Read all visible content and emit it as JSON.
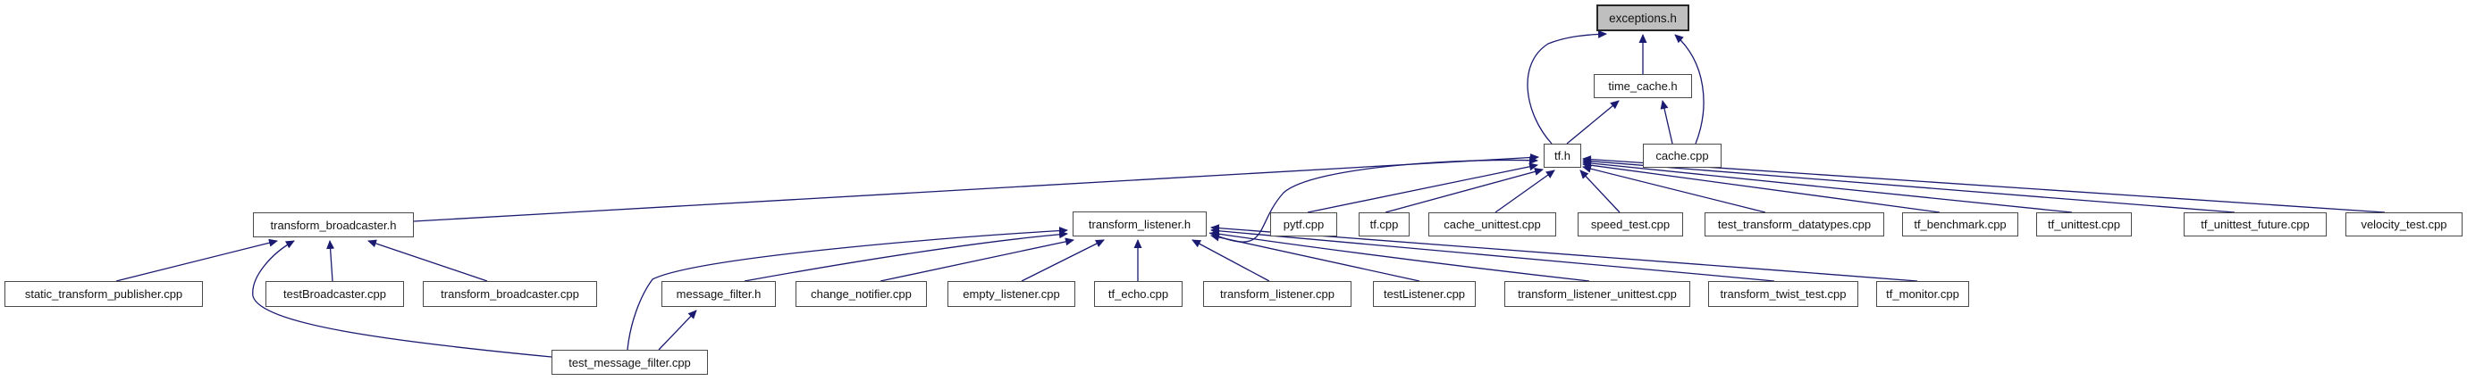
{
  "graph": {
    "kind": "doxygen-included-by-dependency-graph",
    "root": "exceptions.h",
    "edge_color": "#1a1a70",
    "root_fill": "#bfbfbf",
    "node_fill": "#ffffff",
    "nodes": [
      {
        "id": "exceptions-h",
        "label": "exceptions.h"
      },
      {
        "id": "time-cache-h",
        "label": "time_cache.h"
      },
      {
        "id": "tf-h",
        "label": "tf.h"
      },
      {
        "id": "cache-cpp",
        "label": "cache.cpp"
      },
      {
        "id": "transform-broadcaster-h",
        "label": "transform_broadcaster.h"
      },
      {
        "id": "transform-listener-h",
        "label": "transform_listener.h"
      },
      {
        "id": "pytf-cpp",
        "label": "pytf.cpp"
      },
      {
        "id": "tf-cpp",
        "label": "tf.cpp"
      },
      {
        "id": "cache-unittest-cpp",
        "label": "cache_unittest.cpp"
      },
      {
        "id": "speed-test-cpp",
        "label": "speed_test.cpp"
      },
      {
        "id": "test-transform-datatypes-cpp",
        "label": "test_transform_datatypes.cpp"
      },
      {
        "id": "tf-benchmark-cpp",
        "label": "tf_benchmark.cpp"
      },
      {
        "id": "tf-unittest-cpp",
        "label": "tf_unittest.cpp"
      },
      {
        "id": "tf-unittest-future-cpp",
        "label": "tf_unittest_future.cpp"
      },
      {
        "id": "velocity-test-cpp",
        "label": "velocity_test.cpp"
      },
      {
        "id": "static-transform-publisher-cpp",
        "label": "static_transform_publisher.cpp"
      },
      {
        "id": "testBroadcaster-cpp",
        "label": "testBroadcaster.cpp"
      },
      {
        "id": "transform-broadcaster-cpp",
        "label": "transform_broadcaster.cpp"
      },
      {
        "id": "message-filter-h",
        "label": "message_filter.h"
      },
      {
        "id": "change-notifier-cpp",
        "label": "change_notifier.cpp"
      },
      {
        "id": "empty-listener-cpp",
        "label": "empty_listener.cpp"
      },
      {
        "id": "tf-echo-cpp",
        "label": "tf_echo.cpp"
      },
      {
        "id": "transform-listener-cpp",
        "label": "transform_listener.cpp"
      },
      {
        "id": "testListener-cpp",
        "label": "testListener.cpp"
      },
      {
        "id": "transform-listener-unittest-cpp",
        "label": "transform_listener_unittest.cpp"
      },
      {
        "id": "transform-twist-test-cpp",
        "label": "transform_twist_test.cpp"
      },
      {
        "id": "tf-monitor-cpp",
        "label": "tf_monitor.cpp"
      },
      {
        "id": "test-message-filter-cpp",
        "label": "test_message_filter.cpp"
      }
    ],
    "edges": [
      {
        "from": "time-cache-h",
        "to": "exceptions.h"
      },
      {
        "from": "tf-h",
        "to": "exceptions.h"
      },
      {
        "from": "cache-cpp",
        "to": "exceptions.h"
      },
      {
        "from": "tf-h",
        "to": "time_cache.h"
      },
      {
        "from": "cache-cpp",
        "to": "time_cache.h"
      },
      {
        "from": "transform-broadcaster-h",
        "to": "tf.h"
      },
      {
        "from": "transform-listener-h",
        "to": "tf.h"
      },
      {
        "from": "pytf-cpp",
        "to": "tf.h"
      },
      {
        "from": "tf-cpp",
        "to": "tf.h"
      },
      {
        "from": "cache-unittest-cpp",
        "to": "tf.h"
      },
      {
        "from": "speed-test-cpp",
        "to": "tf.h"
      },
      {
        "from": "test-transform-datatypes-cpp",
        "to": "tf.h"
      },
      {
        "from": "tf-benchmark-cpp",
        "to": "tf.h"
      },
      {
        "from": "tf-unittest-cpp",
        "to": "tf.h"
      },
      {
        "from": "tf-unittest-future-cpp",
        "to": "tf.h"
      },
      {
        "from": "velocity-test-cpp",
        "to": "tf.h"
      },
      {
        "from": "static-transform-publisher-cpp",
        "to": "transform_broadcaster.h"
      },
      {
        "from": "testBroadcaster-cpp",
        "to": "transform_broadcaster.h"
      },
      {
        "from": "transform-broadcaster-cpp",
        "to": "transform_broadcaster.h"
      },
      {
        "from": "test-message-filter-cpp",
        "to": "transform_broadcaster.h"
      },
      {
        "from": "message-filter-h",
        "to": "transform_listener.h"
      },
      {
        "from": "change-notifier-cpp",
        "to": "transform_listener.h"
      },
      {
        "from": "empty-listener-cpp",
        "to": "transform_listener.h"
      },
      {
        "from": "tf-echo-cpp",
        "to": "transform_listener.h"
      },
      {
        "from": "transform-listener-cpp",
        "to": "transform_listener.h"
      },
      {
        "from": "testListener-cpp",
        "to": "transform_listener.h"
      },
      {
        "from": "transform-listener-unittest-cpp",
        "to": "transform_listener.h"
      },
      {
        "from": "transform-twist-test-cpp",
        "to": "transform_listener.h"
      },
      {
        "from": "tf-monitor-cpp",
        "to": "transform_listener.h"
      },
      {
        "from": "test-message-filter-cpp",
        "to": "transform_listener.h"
      },
      {
        "from": "test-message-filter-cpp",
        "to": "message_filter.h"
      }
    ]
  }
}
